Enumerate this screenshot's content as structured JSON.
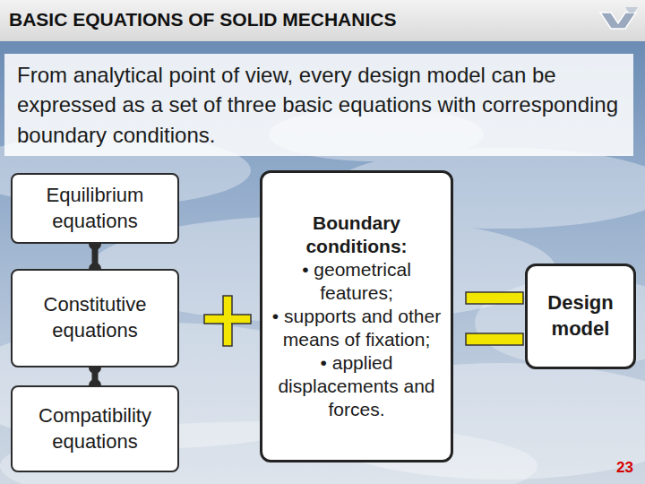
{
  "diagram": {
    "title": "BASIC EQUATIONS OF SOLID MECHANICS",
    "nodes": [
      {
        "text": [
          "From analytical point of view, every design model can be expressed as a set of three basic equations with corresponding boundary conditions."
        ]
      },
      {
        "text": [
          "Equilibrium equations"
        ]
      },
      {
        "text": [
          "Constitutive equations"
        ]
      },
      {
        "text": [
          "Compatibility equations"
        ]
      },
      {
        "text": [
          "Boundary conditions:",
          "• geometrical features;",
          "• supports and other means of fixation;",
          "• applied displacements and forces."
        ]
      },
      {
        "text": [
          "Design model"
        ]
      }
    ],
    "edges": [
      {
        "from": 1,
        "to": 2,
        "arrow": "none"
      },
      {
        "from": 2,
        "to": 3,
        "arrow": "none"
      }
    ],
    "labels": [
      "23"
    ]
  }
}
